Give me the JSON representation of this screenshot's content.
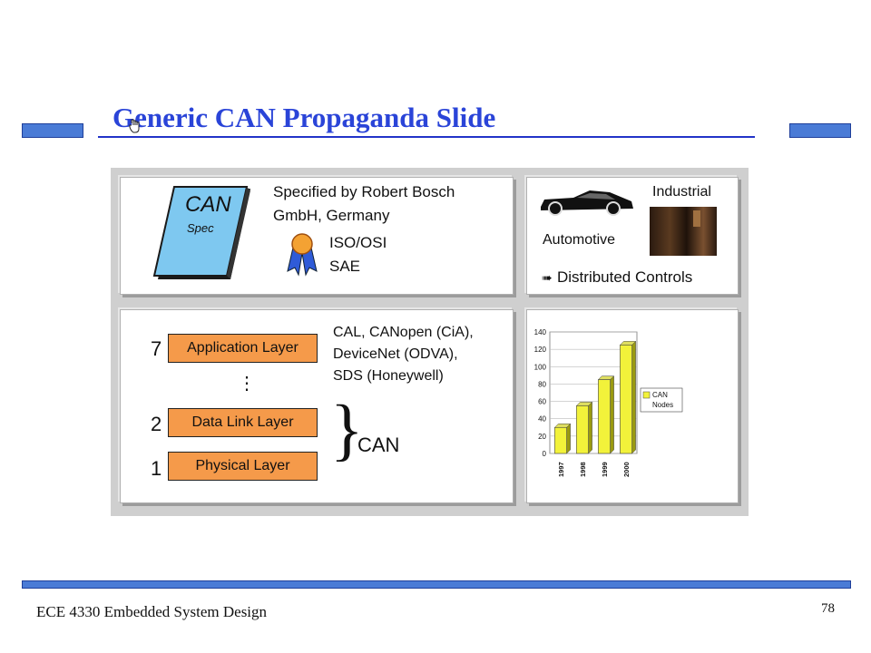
{
  "slide": {
    "title": "Generic CAN Propaganda Slide",
    "footer_left": "ECE 4330 Embedded System Design",
    "page_number": "78"
  },
  "spec_panel": {
    "book_title": "CAN",
    "book_subtitle": "Spec",
    "line1": "Specified by Robert Bosch",
    "line2": "GmbH, Germany",
    "standard1": "ISO/OSI",
    "standard2": "SAE"
  },
  "apps_panel": {
    "industrial": "Industrial",
    "automotive": "Automotive",
    "distributed": "Distributed Controls"
  },
  "layers_panel": {
    "layers": [
      {
        "number": "7",
        "label": "Application Layer"
      },
      {
        "number": "2",
        "label": "Data Link Layer"
      },
      {
        "number": "1",
        "label": "Physical Layer"
      }
    ],
    "ellipsis": "⋮",
    "standards": [
      "CAL, CANopen (CiA),",
      "DeviceNet  (ODVA),",
      "SDS  (Honeywell)"
    ],
    "brace": "}",
    "can_label": "CAN"
  },
  "colors": {
    "accent_blue": "#4a7bd6",
    "title_blue": "#2a44d8",
    "layer_orange": "#f59a4a",
    "bar_yellow": "#f2f23a"
  },
  "chart_data": {
    "type": "bar",
    "categories": [
      "1997",
      "1998",
      "1999",
      "2000"
    ],
    "series": [
      {
        "name": "CAN Nodes",
        "values": [
          30,
          55,
          85,
          125
        ]
      }
    ],
    "ylim": [
      0,
      140
    ],
    "yticks": [
      "0",
      "20",
      "40",
      "60",
      "80",
      "100",
      "120",
      "140"
    ],
    "legend": "right",
    "grid": true
  }
}
